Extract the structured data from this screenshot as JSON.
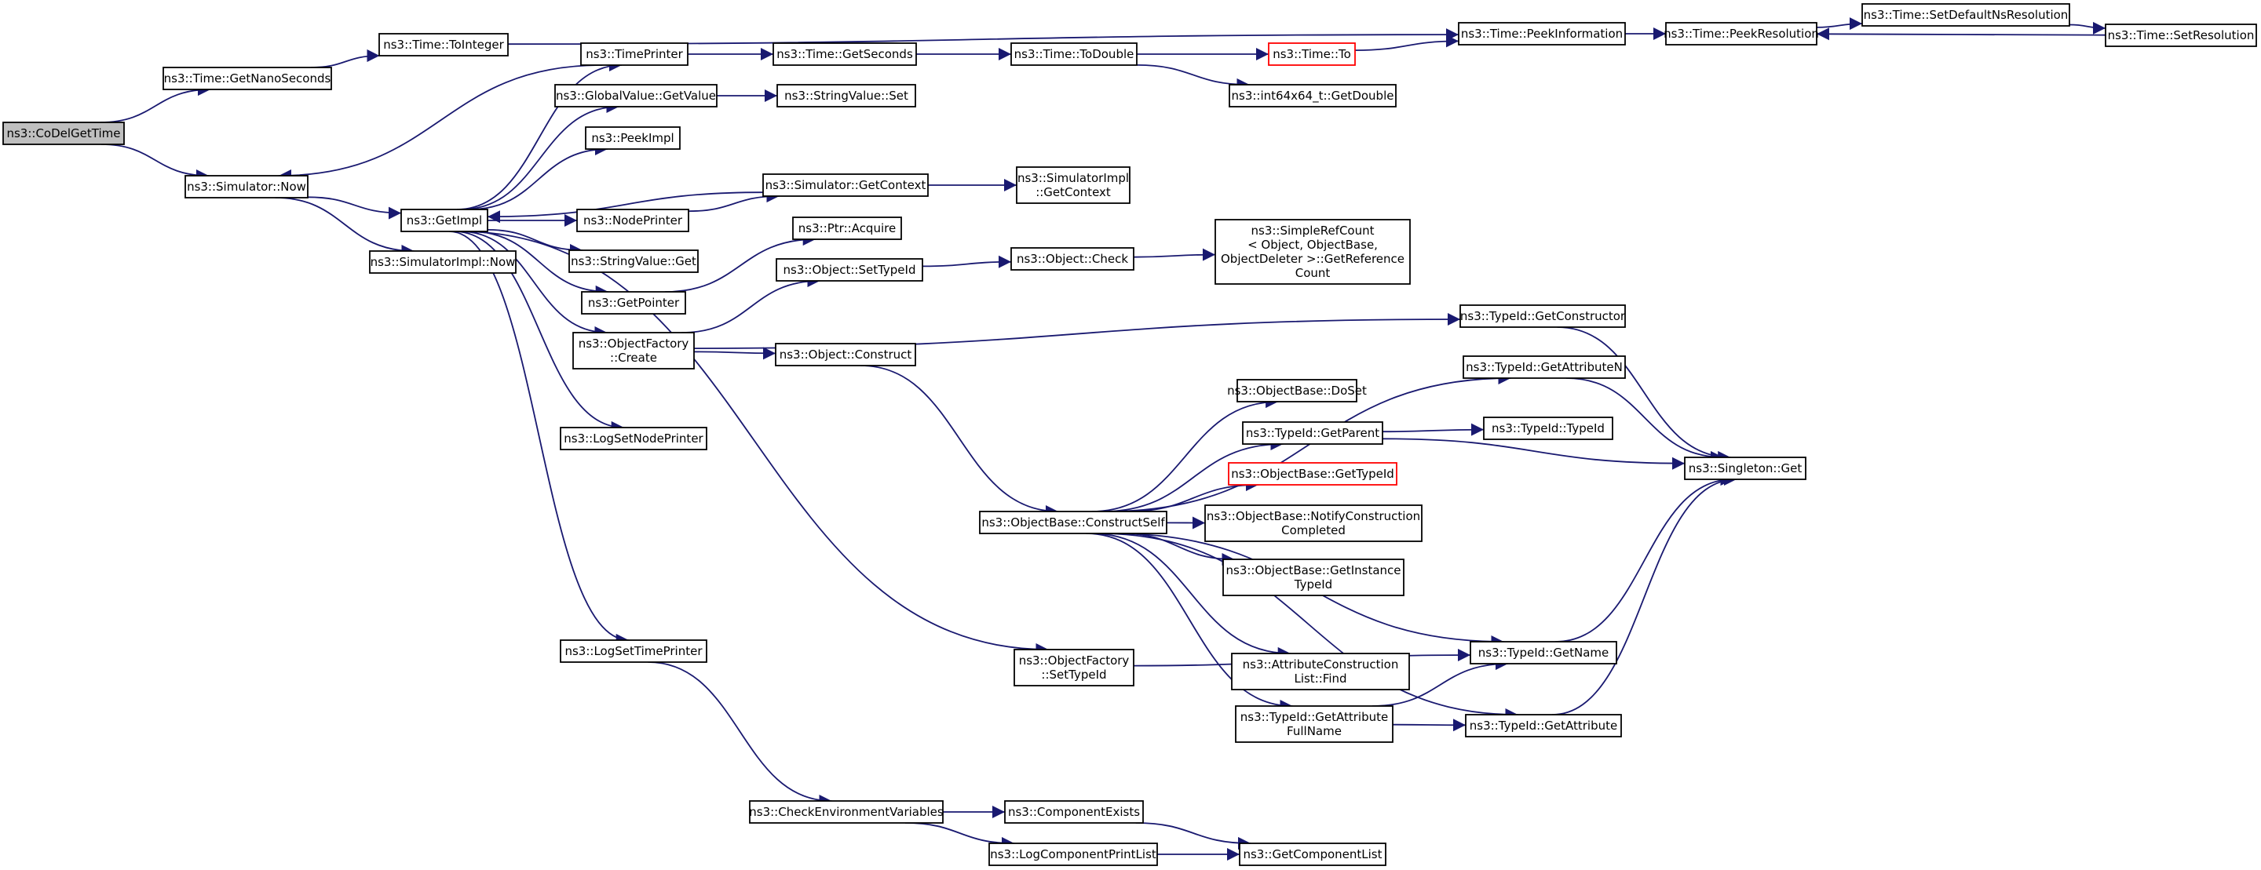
{
  "colors": {
    "edge": "#191970",
    "root_fill": "#bfbfbf",
    "highlight_border": "#ff0000"
  },
  "nodes": [
    {
      "id": "n0",
      "lines": [
        "ns3::CoDelGetTime"
      ],
      "root": true
    },
    {
      "id": "n1",
      "lines": [
        "ns3::Time::GetNanoSeconds"
      ]
    },
    {
      "id": "n2",
      "lines": [
        "ns3::Simulator::Now"
      ]
    },
    {
      "id": "n3",
      "lines": [
        "ns3::Time::ToInteger"
      ]
    },
    {
      "id": "n4",
      "lines": [
        "ns3::Time::PeekInformation"
      ]
    },
    {
      "id": "n5",
      "lines": [
        "ns3::Time::PeekResolution"
      ]
    },
    {
      "id": "n6",
      "lines": [
        "ns3::Time::SetDefaultNsResolution"
      ]
    },
    {
      "id": "n7",
      "lines": [
        "ns3::Time::SetResolution"
      ]
    },
    {
      "id": "n8",
      "lines": [
        "ns3::GetImpl"
      ]
    },
    {
      "id": "n9",
      "lines": [
        "ns3::SimulatorImpl::Now"
      ]
    },
    {
      "id": "n10",
      "lines": [
        "ns3::TimePrinter"
      ]
    },
    {
      "id": "n11",
      "lines": [
        "ns3::GlobalValue::GetValue"
      ]
    },
    {
      "id": "n12",
      "lines": [
        "ns3::PeekImpl"
      ]
    },
    {
      "id": "n13",
      "lines": [
        "ns3::NodePrinter"
      ]
    },
    {
      "id": "n14",
      "lines": [
        "ns3::StringValue::Get"
      ]
    },
    {
      "id": "n15",
      "lines": [
        "ns3::GetPointer"
      ]
    },
    {
      "id": "n16",
      "lines": [
        "ns3::ObjectFactory",
        "::Create"
      ]
    },
    {
      "id": "n17",
      "lines": [
        "ns3::LogSetNodePrinter"
      ]
    },
    {
      "id": "n18",
      "lines": [
        "ns3::LogSetTimePrinter"
      ]
    },
    {
      "id": "n19",
      "lines": [
        "ns3::Time::GetSeconds"
      ]
    },
    {
      "id": "n20",
      "lines": [
        "ns3::Time::ToDouble"
      ]
    },
    {
      "id": "n21",
      "lines": [
        "ns3::Time::To"
      ],
      "red": true
    },
    {
      "id": "n22",
      "lines": [
        "ns3::int64x64_t::GetDouble"
      ]
    },
    {
      "id": "n23",
      "lines": [
        "ns3::StringValue::Set"
      ]
    },
    {
      "id": "n24",
      "lines": [
        "ns3::Simulator::GetContext"
      ]
    },
    {
      "id": "n25",
      "lines": [
        "ns3::SimulatorImpl",
        "::GetContext"
      ]
    },
    {
      "id": "n26",
      "lines": [
        "ns3::Ptr::Acquire"
      ]
    },
    {
      "id": "n27",
      "lines": [
        "ns3::Object::SetTypeId"
      ]
    },
    {
      "id": "n28",
      "lines": [
        "ns3::Object::Check"
      ]
    },
    {
      "id": "n29",
      "lines": [
        "ns3::SimpleRefCount",
        "< Object, ObjectBase,",
        "ObjectDeleter >::GetReference",
        "Count"
      ]
    },
    {
      "id": "n30",
      "lines": [
        "ns3::Object::Construct"
      ]
    },
    {
      "id": "n31",
      "lines": [
        "ns3::TypeId::GetConstructor"
      ]
    },
    {
      "id": "n32",
      "lines": [
        "ns3::TypeId::GetAttributeN"
      ]
    },
    {
      "id": "n33",
      "lines": [
        "ns3::Singleton::Get"
      ]
    },
    {
      "id": "n34",
      "lines": [
        "ns3::ObjectBase::DoSet"
      ]
    },
    {
      "id": "n35",
      "lines": [
        "ns3::TypeId::GetParent"
      ]
    },
    {
      "id": "n36",
      "lines": [
        "ns3::TypeId::TypeId"
      ]
    },
    {
      "id": "n37",
      "lines": [
        "ns3::ObjectBase::GetTypeId"
      ],
      "red": true
    },
    {
      "id": "n38",
      "lines": [
        "ns3::ObjectBase::ConstructSelf"
      ]
    },
    {
      "id": "n39",
      "lines": [
        "ns3::ObjectBase::NotifyConstruction",
        "Completed"
      ]
    },
    {
      "id": "n40",
      "lines": [
        "ns3::ObjectBase::GetInstance",
        "TypeId"
      ]
    },
    {
      "id": "n41",
      "lines": [
        "ns3::TypeId::GetName"
      ]
    },
    {
      "id": "n42",
      "lines": [
        "ns3::ObjectFactory",
        "::SetTypeId"
      ]
    },
    {
      "id": "n43",
      "lines": [
        "ns3::AttributeConstruction",
        "List::Find"
      ]
    },
    {
      "id": "n44",
      "lines": [
        "ns3::TypeId::GetAttribute",
        "FullName"
      ]
    },
    {
      "id": "n45",
      "lines": [
        "ns3::TypeId::GetAttribute"
      ]
    },
    {
      "id": "n46",
      "lines": [
        "ns3::CheckEnvironmentVariables"
      ]
    },
    {
      "id": "n47",
      "lines": [
        "ns3::ComponentExists"
      ]
    },
    {
      "id": "n48",
      "lines": [
        "ns3::LogComponentPrintList"
      ]
    },
    {
      "id": "n49",
      "lines": [
        "ns3::GetComponentList"
      ]
    }
  ],
  "edges": [
    [
      "n0",
      "n1"
    ],
    [
      "n0",
      "n2"
    ],
    [
      "n1",
      "n3"
    ],
    [
      "n3",
      "n4"
    ],
    [
      "n4",
      "n5"
    ],
    [
      "n5",
      "n6"
    ],
    [
      "n6",
      "n7"
    ],
    [
      "n7",
      "n5"
    ],
    [
      "n2",
      "n8"
    ],
    [
      "n2",
      "n9"
    ],
    [
      "n10",
      "n2"
    ],
    [
      "n8",
      "n10"
    ],
    [
      "n8",
      "n11"
    ],
    [
      "n8",
      "n12"
    ],
    [
      "n8",
      "n13"
    ],
    [
      "n8",
      "n14"
    ],
    [
      "n8",
      "n15"
    ],
    [
      "n8",
      "n16"
    ],
    [
      "n8",
      "n17"
    ],
    [
      "n8",
      "n18"
    ],
    [
      "n8",
      "n42"
    ],
    [
      "n24",
      "n8"
    ],
    [
      "n10",
      "n19"
    ],
    [
      "n19",
      "n20"
    ],
    [
      "n20",
      "n21"
    ],
    [
      "n20",
      "n22"
    ],
    [
      "n21",
      "n4"
    ],
    [
      "n11",
      "n23"
    ],
    [
      "n13",
      "n24"
    ],
    [
      "n24",
      "n25"
    ],
    [
      "n15",
      "n26"
    ],
    [
      "n16",
      "n27"
    ],
    [
      "n16",
      "n30"
    ],
    [
      "n16",
      "n31"
    ],
    [
      "n27",
      "n28"
    ],
    [
      "n28",
      "n29"
    ],
    [
      "n30",
      "n38"
    ],
    [
      "n31",
      "n33"
    ],
    [
      "n32",
      "n33"
    ],
    [
      "n35",
      "n33"
    ],
    [
      "n41",
      "n33"
    ],
    [
      "n45",
      "n33"
    ],
    [
      "n35",
      "n36"
    ],
    [
      "n38",
      "n32"
    ],
    [
      "n38",
      "n34"
    ],
    [
      "n38",
      "n35"
    ],
    [
      "n38",
      "n37"
    ],
    [
      "n38",
      "n39"
    ],
    [
      "n38",
      "n40"
    ],
    [
      "n38",
      "n41"
    ],
    [
      "n38",
      "n43"
    ],
    [
      "n38",
      "n44"
    ],
    [
      "n38",
      "n45"
    ],
    [
      "n44",
      "n41"
    ],
    [
      "n44",
      "n45"
    ],
    [
      "n42",
      "n41"
    ],
    [
      "n18",
      "n46"
    ],
    [
      "n46",
      "n47"
    ],
    [
      "n46",
      "n48"
    ],
    [
      "n47",
      "n49"
    ],
    [
      "n48",
      "n49"
    ]
  ]
}
